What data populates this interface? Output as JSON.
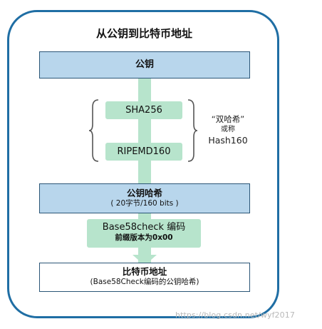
{
  "title": "从公钥到比特币地址",
  "steps": {
    "public_key": "公钥",
    "sha256": "SHA256",
    "ripemd160": "RIPEMD160",
    "pubkey_hash": {
      "label": "公钥哈希",
      "detail": "( 20字节/160 bits )"
    },
    "base58check": {
      "label": "Base58check 编码",
      "detail": "前缀版本为0x00"
    },
    "address": {
      "label": "比特币地址",
      "detail": "(Base58Check编码的公钥哈希)"
    }
  },
  "side_note": {
    "line1": "“双哈希”",
    "line2": "或称",
    "line3": "Hash160"
  },
  "watermark": "https://blog.csdn.net/wyf2017",
  "colors": {
    "frame": "#1f6ea4",
    "blue_box": "#b8d6ec",
    "green": "#b7e4cc",
    "box_border": "#2b5677"
  }
}
